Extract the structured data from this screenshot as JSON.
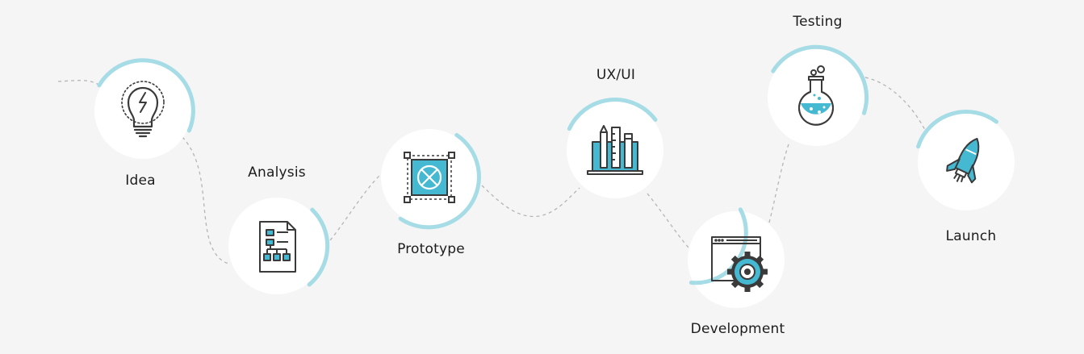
{
  "colors": {
    "background": "#f5f5f5",
    "circle_fill": "#ffffff",
    "accent_arc": "#a6dce6",
    "icon_stroke": "#3a3a3a",
    "icon_accent": "#46b9d2",
    "connector": "#b5b5b5",
    "label_text": "#1c1c1c"
  },
  "steps": [
    {
      "label": "Idea",
      "icon": "lightbulb-icon"
    },
    {
      "label": "Analysis",
      "icon": "document-flowchart-icon"
    },
    {
      "label": "Prototype",
      "icon": "prototype-frame-icon"
    },
    {
      "label": "UX/UI",
      "icon": "laptop-design-tools-icon"
    },
    {
      "label": "Development",
      "icon": "browser-gear-icon"
    },
    {
      "label": "Testing",
      "icon": "flask-icon"
    },
    {
      "label": "Launch",
      "icon": "rocket-icon"
    }
  ]
}
